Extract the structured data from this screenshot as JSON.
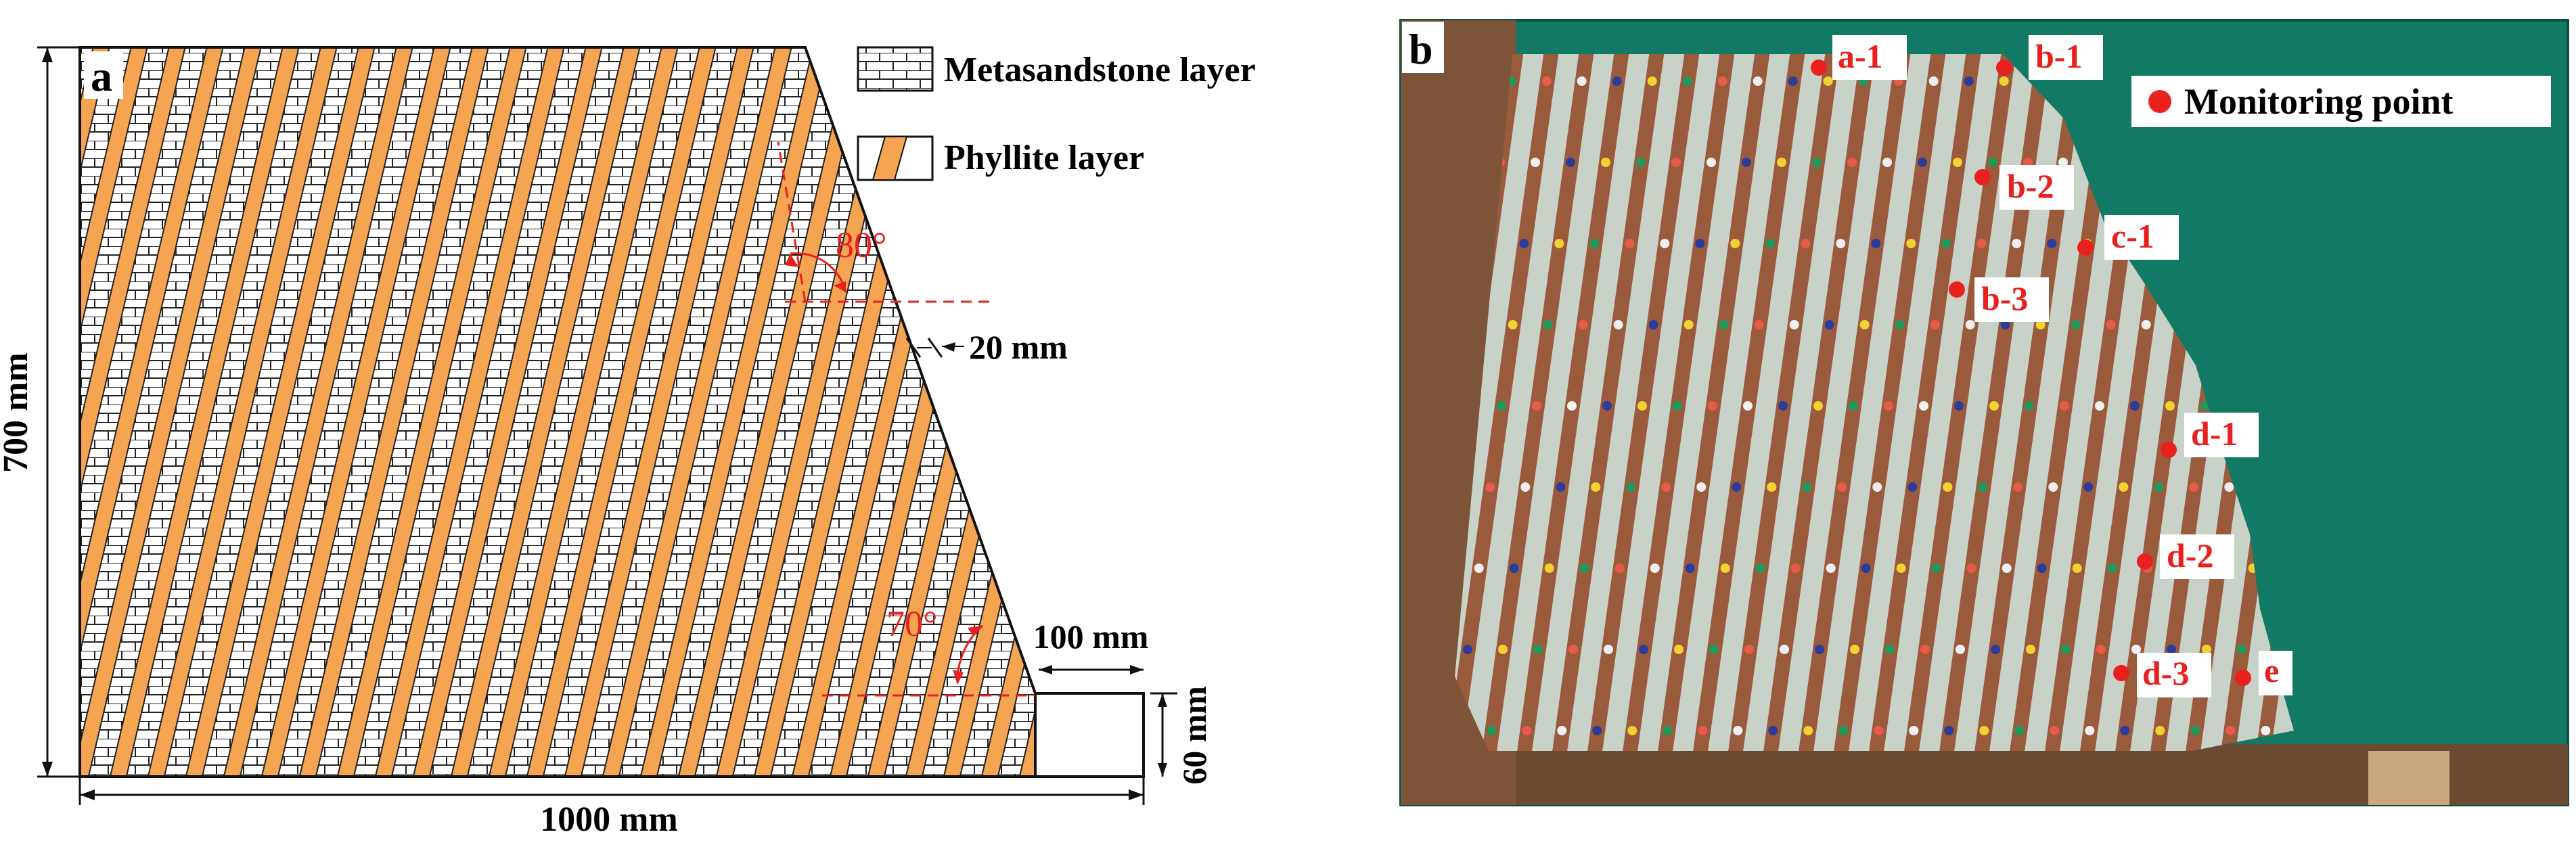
{
  "panel_a": {
    "letter": "a",
    "legend": {
      "metasandstone": "Metasandstone layer",
      "phyllite": "Phyllite layer"
    },
    "dims": {
      "height": "700 mm",
      "width": "1000 mm",
      "step_width": "100 mm",
      "step_height": "60 mm",
      "layer_thickness": "20 mm"
    },
    "angles": {
      "slope_top": "80°",
      "slope_bottom": "70°"
    }
  },
  "panel_b": {
    "letter": "b",
    "legend": "Monitoring point",
    "points": [
      {
        "label": "a-1"
      },
      {
        "label": "b-1"
      },
      {
        "label": "b-2"
      },
      {
        "label": "c-1"
      },
      {
        "label": "b-3"
      },
      {
        "label": "d-1"
      },
      {
        "label": "d-2"
      },
      {
        "label": "d-3"
      },
      {
        "label": "e"
      }
    ]
  },
  "colors": {
    "phyllite": "#f5a451",
    "metasandstone": "#ffffff",
    "annotation_red": "#e8201e",
    "board_green": "#127a64",
    "clay_brown": "#9a5a3c",
    "plaster_grey": "#c9d2c8"
  }
}
